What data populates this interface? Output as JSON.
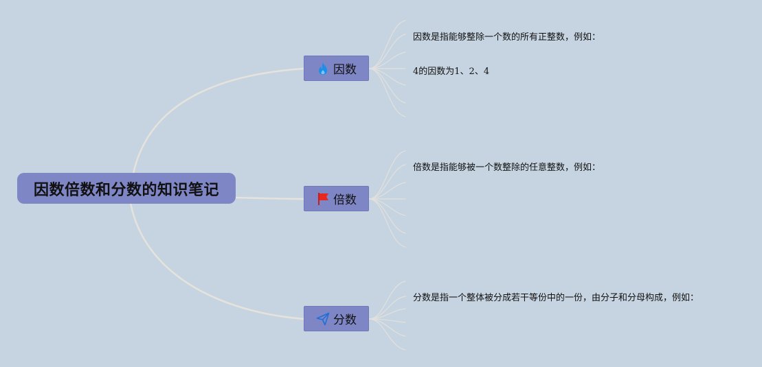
{
  "root": {
    "title": "因数倍数和分数的知识笔记"
  },
  "branches": [
    {
      "label": "因数",
      "icon": "fire-icon",
      "icon_color": "#1e8fe8",
      "notes": [
        "因数是指能够整除一个数的所有正整数，例如：",
        "4的因数为1、2、4"
      ]
    },
    {
      "label": "倍数",
      "icon": "flag-icon",
      "icon_color": "#e8281f",
      "notes": [
        "倍数是指能够被一个数整除的任意整数，例如："
      ]
    },
    {
      "label": "分数",
      "icon": "paper-plane-icon",
      "icon_color": "#1e6fd8",
      "notes": [
        "分数是指一个整体被分成若干等份中的一份，由分子和分母构成，例如："
      ]
    }
  ],
  "colors": {
    "background": "#c6d4e1",
    "node_fill": "#7f86c6",
    "connector": "#e6e2dc"
  }
}
